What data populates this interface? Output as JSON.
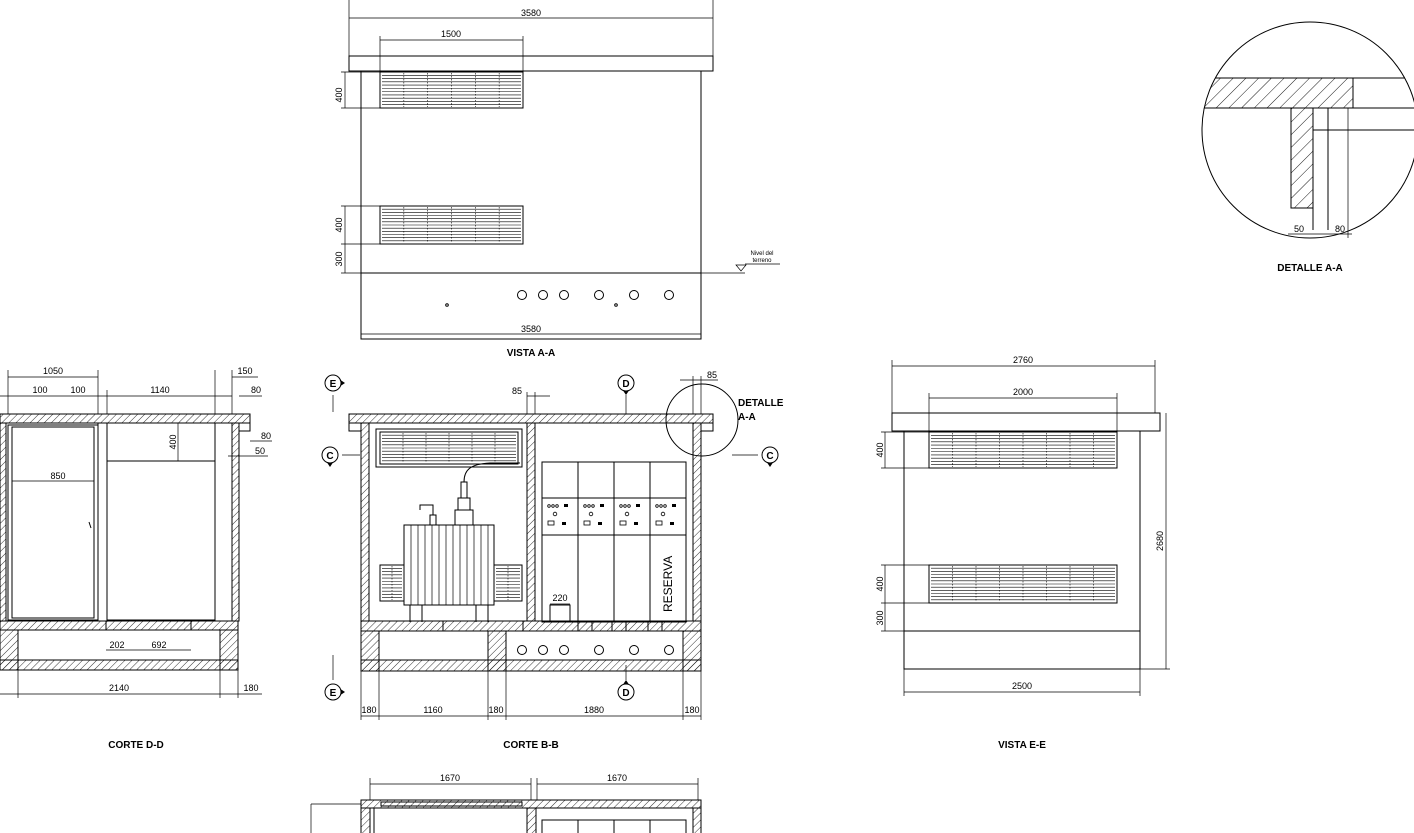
{
  "titles": {
    "vista_aa": "VISTA A-A",
    "corte_dd": "CORTE D-D",
    "corte_bb": "CORTE B-B",
    "vista_ee": "VISTA E-E",
    "detalle_aa": "DETALLE A-A",
    "detalle_callout_1": "DETALLE",
    "detalle_callout_2": "A-A"
  },
  "labels": {
    "nivel_1": "Nivel del",
    "nivel_2": "terreno",
    "reserva": "RESERVA"
  },
  "section_markers": {
    "c": "C",
    "d": "D",
    "e": "E"
  },
  "dims": {
    "aa_top": "3580",
    "aa_vent_w": "1500",
    "aa_v400a": "400",
    "aa_v400b": "400",
    "aa_v300": "300",
    "aa_bottom": "3580",
    "dd_1050": "1050",
    "dd_100a": "100",
    "dd_100b": "100",
    "dd_1140": "1140",
    "dd_150": "150",
    "dd_80a": "80",
    "dd_80b": "80",
    "dd_50": "50",
    "dd_400": "400",
    "dd_850": "850",
    "dd_202": "202",
    "dd_692": "692",
    "dd_2140": "2140",
    "dd_180": "180",
    "bb_85a": "85",
    "bb_85b": "85",
    "bb_220": "220",
    "bb_180a": "180",
    "bb_1160": "1160",
    "bb_180b": "180",
    "bb_1880": "1880",
    "bb_180c": "180",
    "ee_2760": "2760",
    "ee_2000": "2000",
    "ee_400a": "400",
    "ee_400b": "400",
    "ee_300": "300",
    "ee_2680": "2680",
    "ee_2500": "2500",
    "det_50": "50",
    "det_80": "80",
    "plan_1670a": "1670",
    "plan_1670b": "1670"
  }
}
